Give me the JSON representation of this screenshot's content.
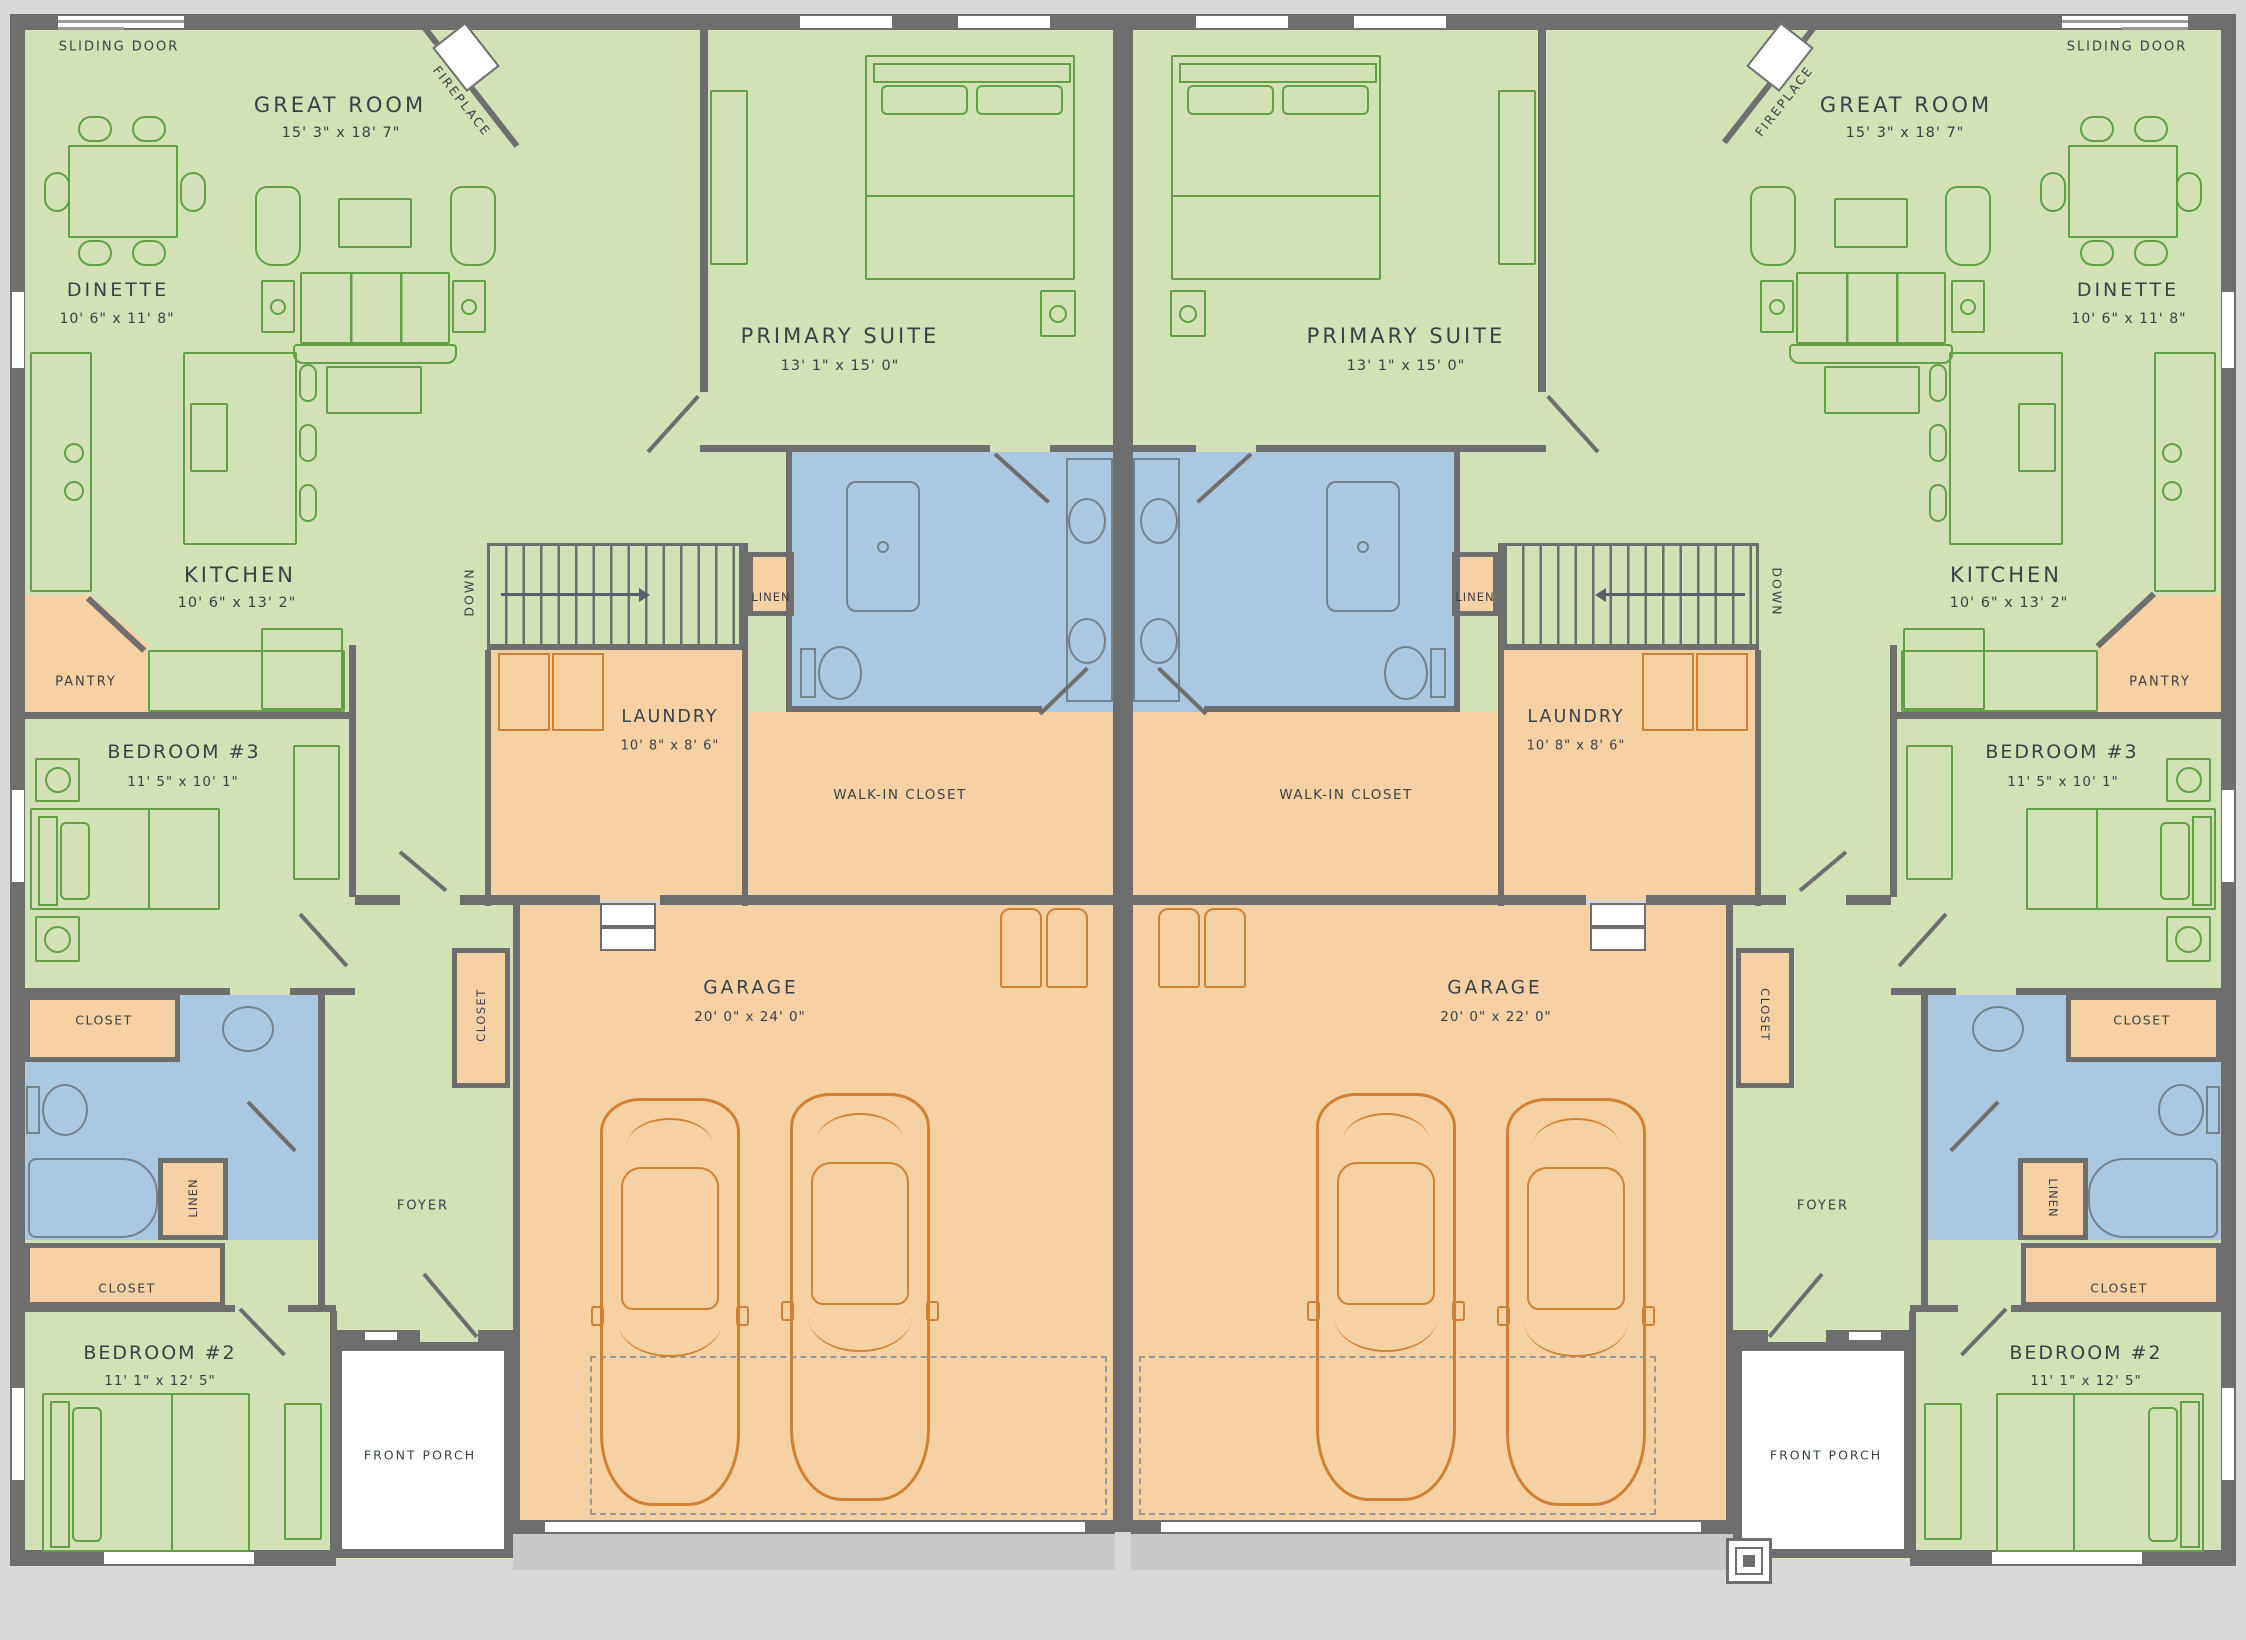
{
  "title": "Duplex first-floor plan (two mirrored units)",
  "colors": {
    "background": "#d8d8d6",
    "living_green": "#d3e1b6",
    "bath_blue": "#abc8e3",
    "storage_orange": "#f6d1a3",
    "wall_gray": "#6e6e6e",
    "furniture_green": "#61a046",
    "car_orange": "#cf8034",
    "text": "#3a4145"
  },
  "rooms": {
    "sliding_door": {
      "name": "SLIDING DOOR"
    },
    "great_room": {
      "name": "GREAT ROOM",
      "dims": "15' 3\" x 18' 7\""
    },
    "fireplace": {
      "name": "FIREPLACE"
    },
    "dinette": {
      "name": "DINETTE",
      "dims": "10' 6\" x 11' 8\""
    },
    "primary_suite": {
      "name": "PRIMARY SUITE",
      "dims": "13' 1\" x 15' 0\""
    },
    "kitchen": {
      "name": "KITCHEN",
      "dims": "10' 6\" x 13' 2\""
    },
    "pantry": {
      "name": "PANTRY"
    },
    "linen": {
      "name": "LINEN"
    },
    "stairs_down": {
      "name": "DOWN"
    },
    "laundry": {
      "name": "LAUNDRY",
      "dims": "10' 8\" x 8' 6\""
    },
    "walk_in_closet": {
      "name": "WALK-IN CLOSET"
    },
    "bedroom_3": {
      "name": "BEDROOM #3",
      "dims": "11' 5\" x 10' 1\""
    },
    "closet": {
      "name": "CLOSET"
    },
    "bedroom_2": {
      "name": "BEDROOM #2",
      "dims": "11' 1\" x 12' 5\""
    },
    "foyer": {
      "name": "FOYER"
    },
    "front_porch": {
      "name": "FRONT PORCH"
    },
    "garage": {
      "name": "GARAGE"
    }
  },
  "units": {
    "left": {
      "garage_dims": "20' 0\" x 24' 0\""
    },
    "right": {
      "garage_dims": "20' 0\" x 22' 0\""
    }
  }
}
